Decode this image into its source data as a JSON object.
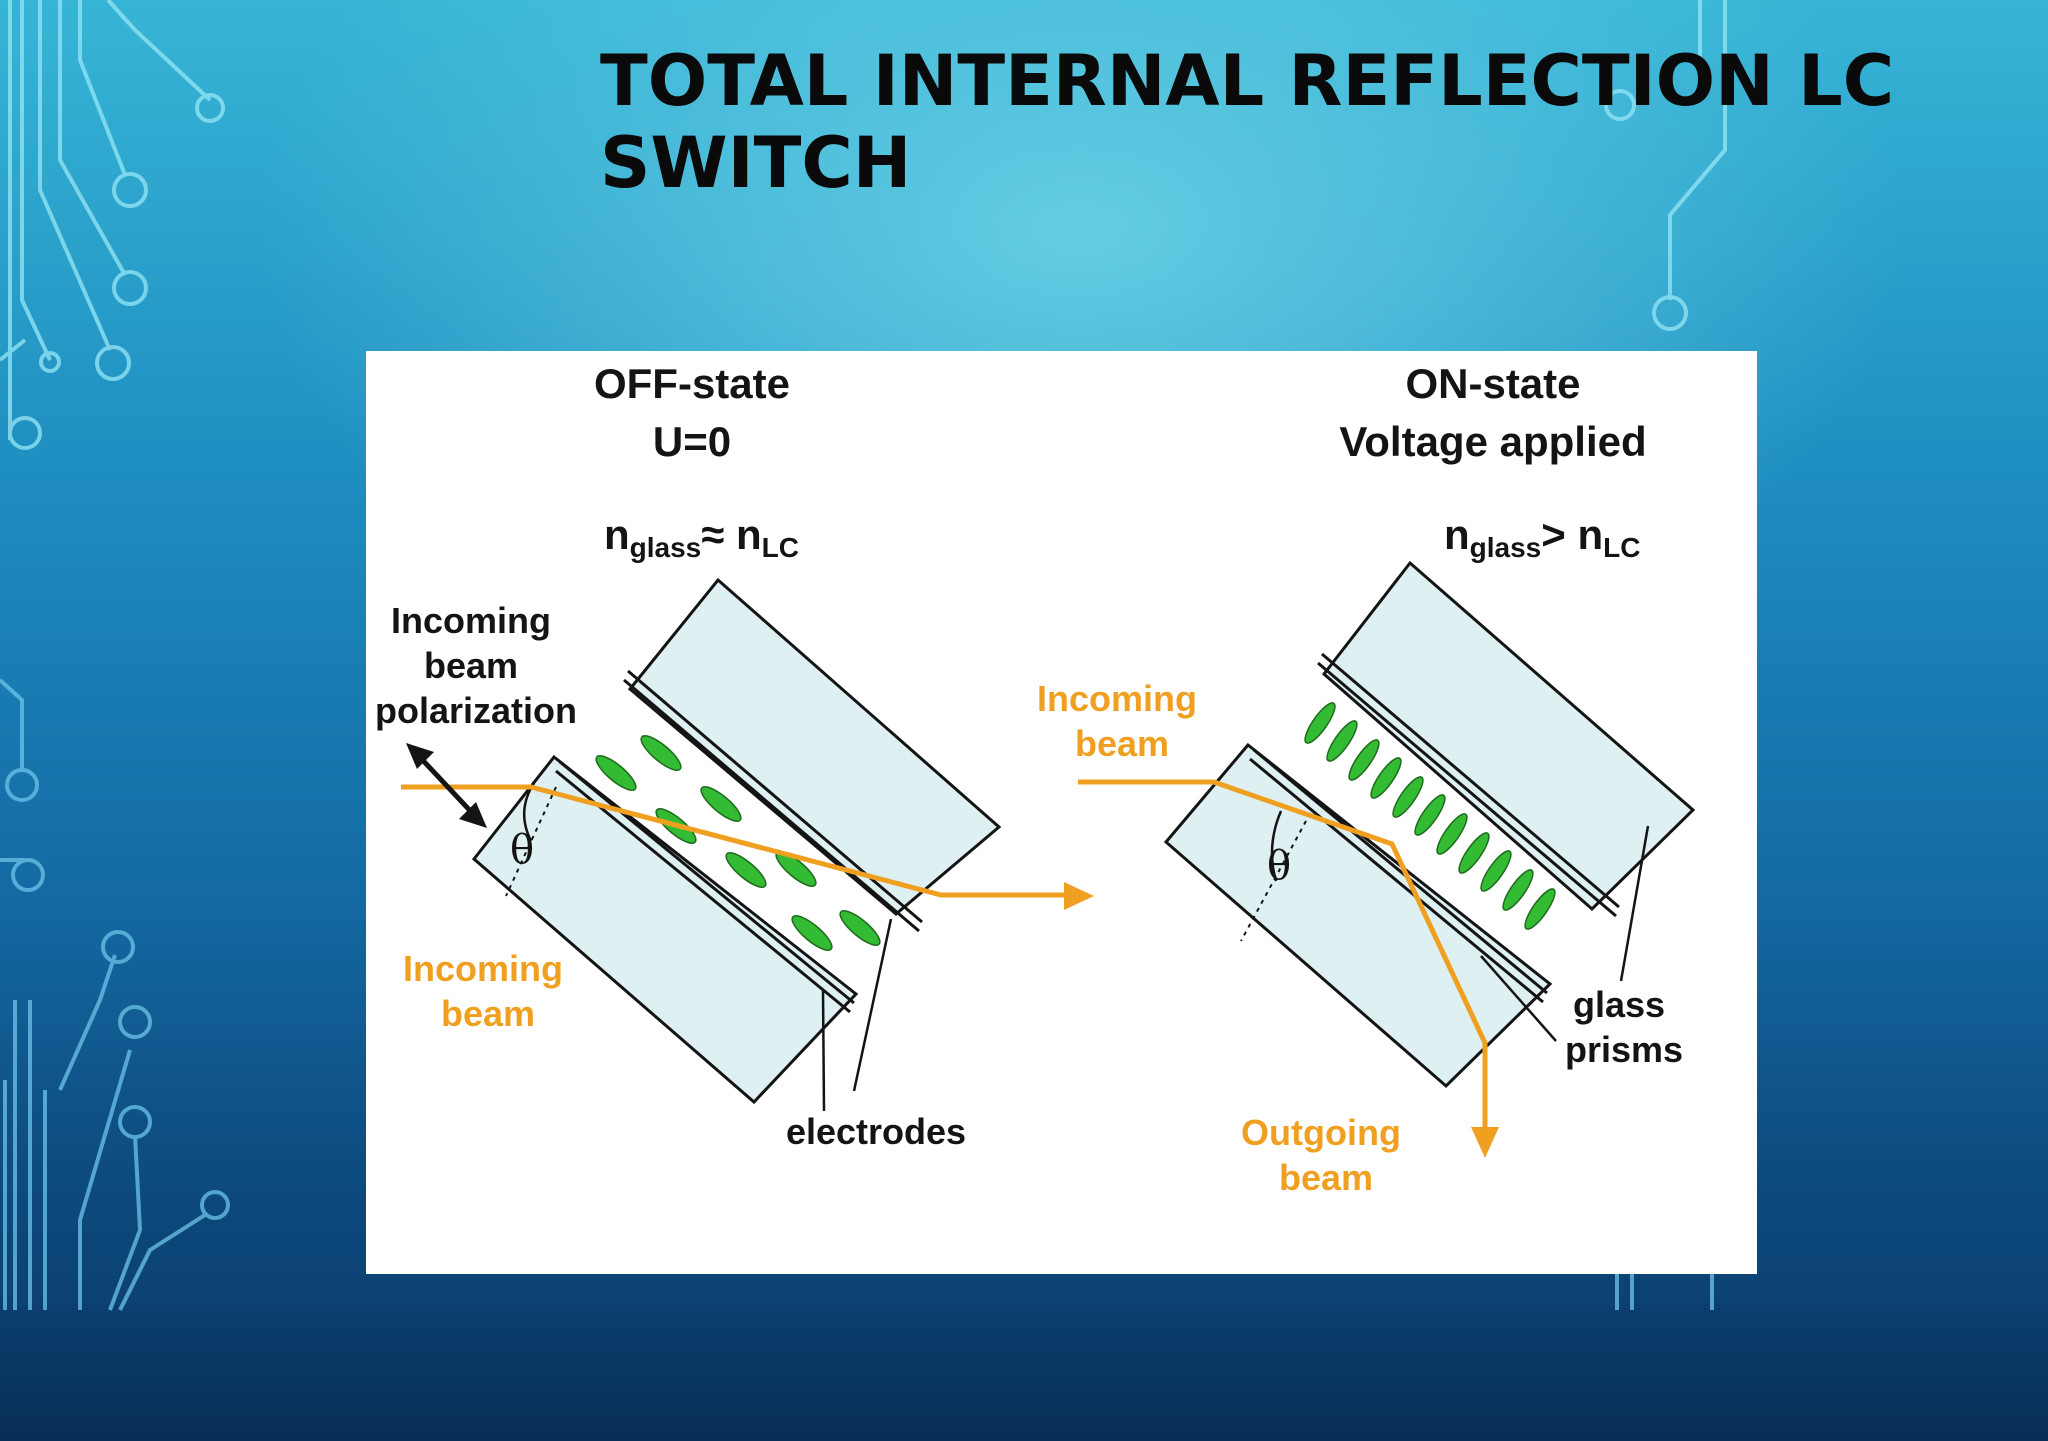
{
  "slide": {
    "title": "TOTAL INTERNAL REFLECTION LC\nSWITCH"
  },
  "diagram": {
    "off_state": {
      "heading_line1": "OFF-state",
      "heading_line2": "U=0",
      "n_main": "n",
      "n_sub": "glass",
      "relation": "≈ ",
      "n_main2": "n",
      "n_sub2": "LC",
      "polarization_line1": "Incoming",
      "polarization_line2": "beam",
      "polarization_line3": "polarization",
      "incoming_line1": "Incoming",
      "incoming_line2": "beam",
      "theta": "θ",
      "electrodes": "electrodes"
    },
    "on_state": {
      "heading_line1": "ON-state",
      "heading_line2": "Voltage applied",
      "n_main": "n",
      "n_sub": "glass",
      "relation": "> ",
      "n_main2": "n",
      "n_sub2": "LC",
      "incoming_line1": "Incoming",
      "incoming_line2": "beam",
      "theta": "θ",
      "prisms_line1": "glass",
      "prisms_line2": "prisms",
      "outgoing_line1": "Outgoing",
      "outgoing_line2": "beam"
    }
  },
  "colors": {
    "beam": "#f0a020",
    "lc_molecule": "#33bb33",
    "glass_fill": "#dff0f3",
    "text": "#141414"
  }
}
